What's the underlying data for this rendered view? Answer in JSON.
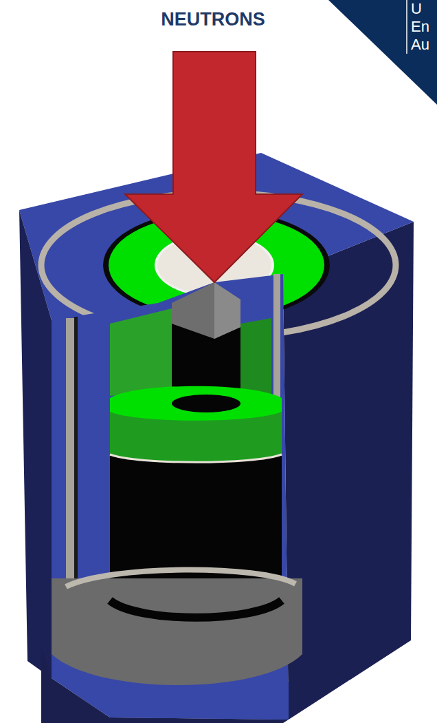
{
  "diagram": {
    "labels": [
      "NEUTRONS",
      "U",
      "En",
      "Au"
    ]
  }
}
